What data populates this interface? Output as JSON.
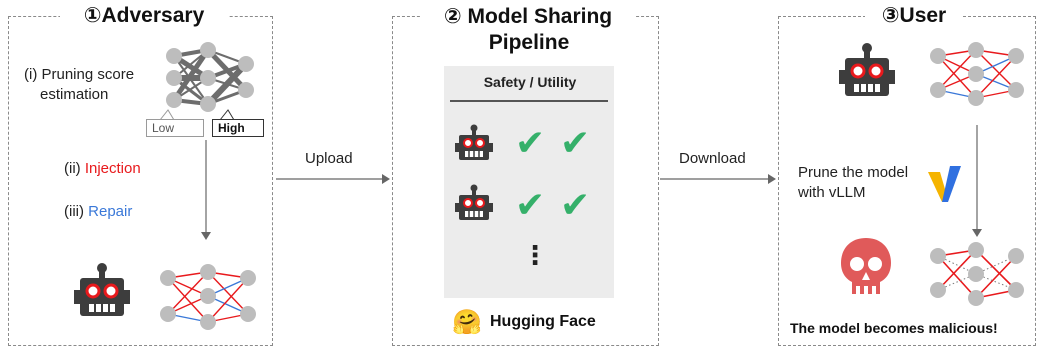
{
  "adversary": {
    "title": "①Adversary",
    "step1": "(i) Pruning score",
    "step1b": "estimation",
    "low_tag": "Low",
    "high_tag": "High",
    "step2_prefix": "(ii) ",
    "step2_label": "Injection",
    "step3_prefix": "(iii) ",
    "step3_label": "Repair"
  },
  "pipeline": {
    "title_line1": "② Model Sharing",
    "title_line2": "Pipeline",
    "card_header": "Safety / Utility",
    "ellipsis": "⋮",
    "brand": "Hugging Face",
    "brand_emoji": "🤗"
  },
  "user": {
    "title": "③User",
    "prune_line1": "Prune the model",
    "prune_line2": "with vLLM",
    "conclusion": "The model becomes malicious!"
  },
  "arrows": {
    "upload": "Upload",
    "download": "Download"
  },
  "colors": {
    "node": "#bdbdbd",
    "red_edge": "#e8191c",
    "blue_edge": "#3a78d8",
    "robot": "#3d3d3d",
    "check": "#35b06a",
    "skull": "#e05a5a",
    "vllm_yellow": "#f5b400",
    "vllm_blue": "#3070e0"
  },
  "icons": [
    "robot-icon",
    "check-icon",
    "skull-icon",
    "vllm-logo-icon",
    "hugging-face-icon"
  ]
}
